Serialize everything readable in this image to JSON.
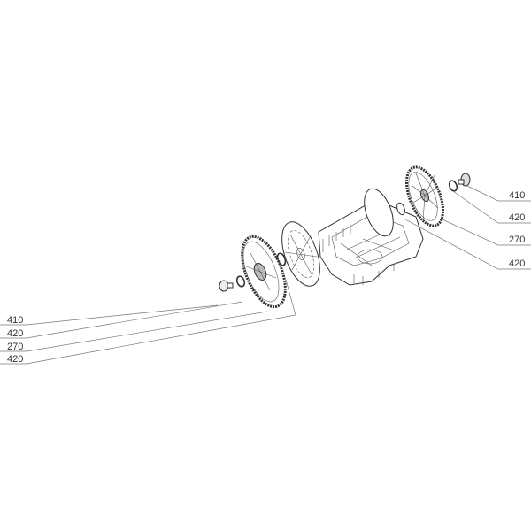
{
  "diagram": {
    "type": "exploded-parts-view",
    "callouts_right": [
      {
        "label": "410"
      },
      {
        "label": "420"
      },
      {
        "label": "270"
      },
      {
        "label": "420"
      }
    ],
    "callouts_left": [
      {
        "label": "410"
      },
      {
        "label": "420"
      },
      {
        "label": "270"
      },
      {
        "label": "420"
      }
    ]
  }
}
